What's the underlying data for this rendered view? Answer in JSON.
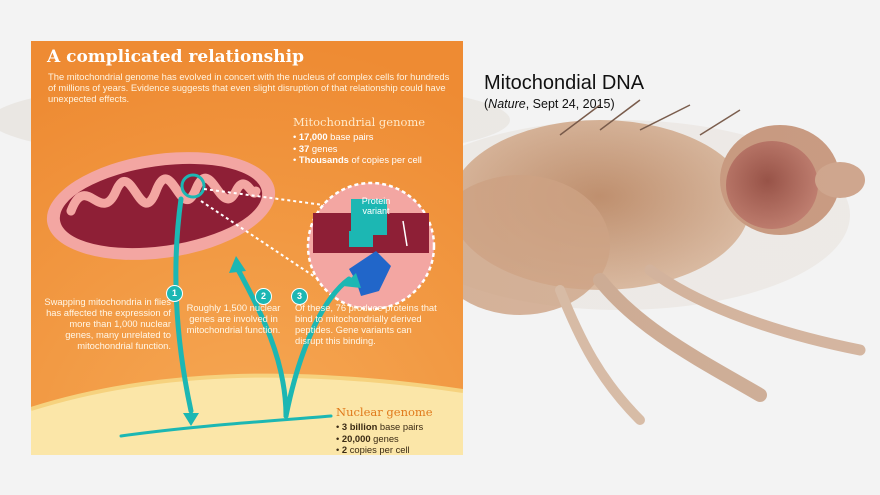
{
  "slide": {
    "title": "Mitochondial DNA",
    "citation": {
      "open_paren": "(",
      "journal": "Nature",
      "rest": ", Sept 24, 2015)"
    }
  },
  "infographic": {
    "title": "A complicated relationship",
    "intro": "The mitochondrial genome has evolved in concert with the nucleus of complex cells for hundreds of millions of years. Evidence suggests that even slight disruption of that relationship could have unexpected effects.",
    "mito_genome": {
      "title": "Mitochondrial genome",
      "stats": [
        {
          "bold": "17,000",
          "text": " base pairs"
        },
        {
          "bold": "37",
          "text": " genes"
        },
        {
          "bold": "Thousands",
          "text": " of copies per cell"
        }
      ]
    },
    "nuclear_genome": {
      "title": "Nuclear genome",
      "stats": [
        {
          "bold": "3 billion",
          "text": " base pairs"
        },
        {
          "bold": "20,000",
          "text": " genes"
        },
        {
          "bold": "2",
          "text": " copies per cell"
        }
      ]
    },
    "protein_label": "Protein variant",
    "steps": [
      {
        "number": "1",
        "text": "Swapping mitochondria in flies has affected the expression of more than 1,000 nuclear genes, many unrelated to mitochondrial function."
      },
      {
        "number": "2",
        "text": "Roughly 1,500 nuclear genes are involved in mitochondrial function."
      },
      {
        "number": "3",
        "text": "Of these, 76 produce proteins that bind to mitochondrially derived peptides. Gene variants can disrupt this binding."
      }
    ]
  },
  "colors": {
    "infographic_bg": "#ee8b33",
    "mitochondrion_outer": "#f3a6a2",
    "mitochondrion_inner": "#8e1f36",
    "arrow_teal": "#1cb7b3",
    "nuclear_band": "#fbe6a8",
    "slide_bg": "#f4f4f4"
  },
  "icons": [
    "mitochondrion-illustration",
    "protein-variant-illustration",
    "fly-photo-background"
  ]
}
